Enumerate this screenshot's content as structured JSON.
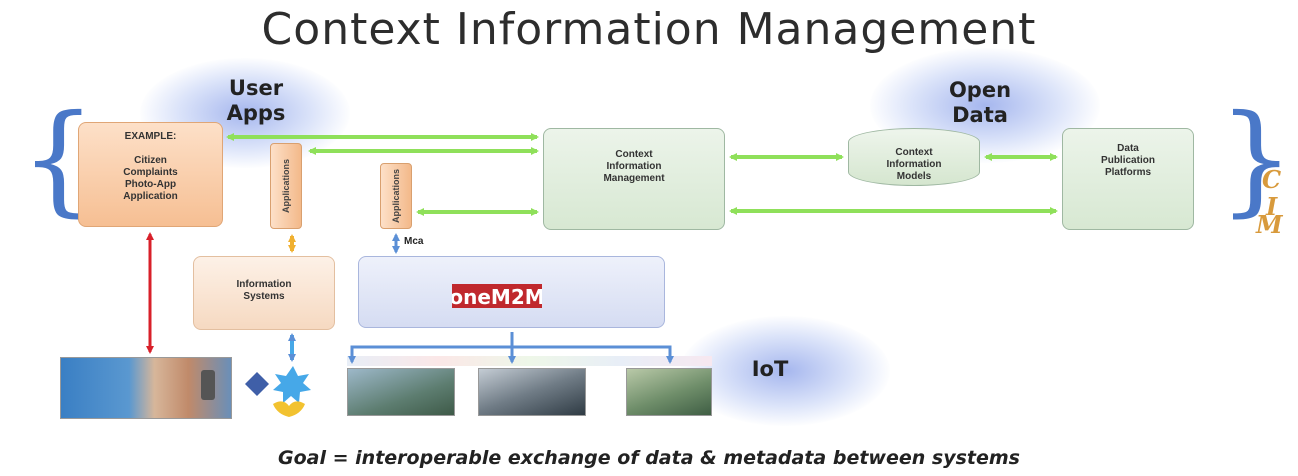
{
  "title": "Context Information Management",
  "clouds": {
    "user_apps": "User\nApps",
    "open_data": "Open\nData",
    "iot": "IoT"
  },
  "boxes": {
    "example_app": {
      "heading": "EXAMPLE:",
      "lines": [
        "Citizen",
        "Complaints",
        "Photo-App",
        "Application"
      ]
    },
    "applications_1": "Applications",
    "applications_2": "Applications",
    "context_information_management": [
      "Context",
      "Information",
      "Management"
    ],
    "context_information_models": [
      "Context",
      "Information",
      "Models"
    ],
    "data_publication_platforms": [
      "Data",
      "Publication",
      "Platforms"
    ],
    "information_systems": [
      "Information",
      "Systems"
    ]
  },
  "mca_label": "Mca",
  "onem2m_logo": "oneM2M",
  "cim_letters": [
    "C",
    "I",
    "M"
  ],
  "goal": "Goal = interoperable exchange of data  & metadata between systems",
  "colors": {
    "green_arrow": "#8fe05a",
    "red_arrow": "#d8202a",
    "blue_arrow": "#5b8fd6",
    "orange_arrow": "#f0b030",
    "brace": "#4a78c8",
    "cim": "#d89a3c"
  }
}
